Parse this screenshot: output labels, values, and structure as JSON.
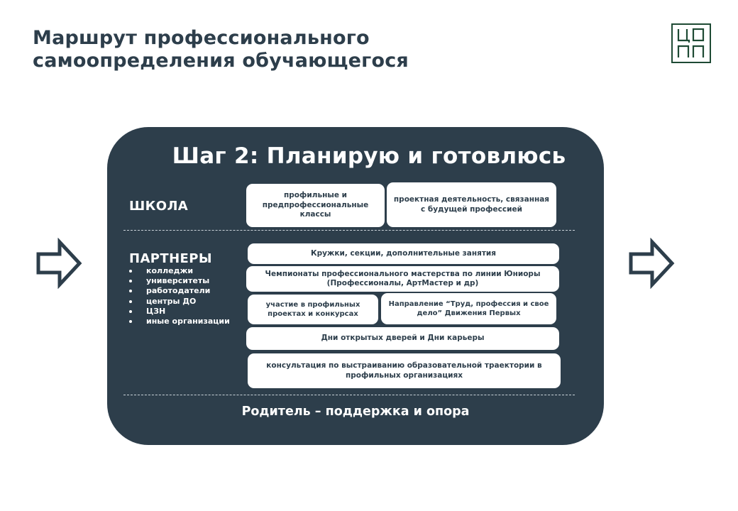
{
  "header": {
    "title_line1": "Маршрут профессионального",
    "title_line2": "самоопределения обучающегося"
  },
  "logo": {
    "text": "ЦОПП",
    "icon": "copp-logo-icon",
    "color": "#1e4a34"
  },
  "arrows": {
    "left_icon": "right-arrow-icon",
    "right_icon": "right-arrow-icon",
    "color": "#2d3e4b"
  },
  "step": {
    "title": "Шаг 2: Планирую и готовлюсь",
    "background": "#2d3e4b"
  },
  "school": {
    "label": "ШКОЛА",
    "items": [
      "профильные и предпрофессиональные классы",
      "проектная деятельность, связанная с будущей профессией"
    ]
  },
  "partners": {
    "label": "ПАРТНЕРЫ",
    "list": [
      "колледжи",
      "университеты",
      "работодатели",
      "центры ДО",
      "ЦЗН",
      "иные организации"
    ],
    "items": [
      "Кружки, секции, дополнительные занятия",
      "Чемпионаты профессионального мастерства по линии Юниоры (Профессионалы, АртМастер и др)",
      "участие в профильных проектах и конкурсах",
      "Направление “Труд, профессия и свое дело” Движения Первых",
      "Дни открытых дверей и Дни карьеры",
      "консультация по выстраиванию образовательной траектории в профильных организациях"
    ]
  },
  "footer": {
    "text": "Родитель – поддержка и опора"
  }
}
